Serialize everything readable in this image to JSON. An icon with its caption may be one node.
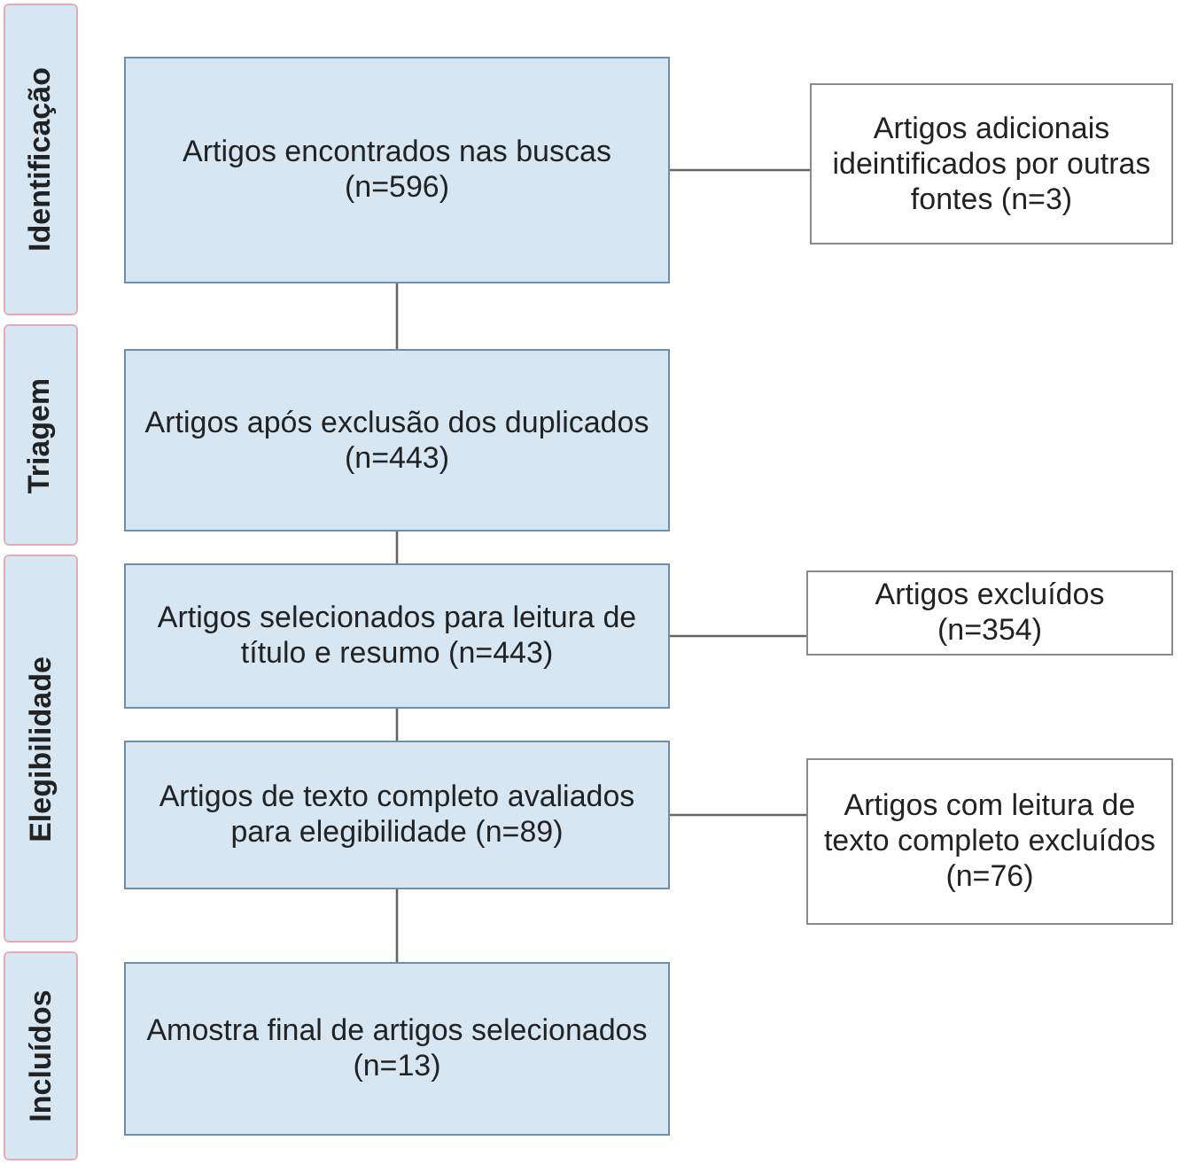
{
  "diagram": {
    "nodes": [
      {
        "text": [
          "Identificação"
        ]
      },
      {
        "text": [
          "Artigos encontrados nas buscas (n=596)"
        ]
      },
      {
        "text": [
          "Artigos adicionais ideintificados por outras fontes (n=3)"
        ]
      },
      {
        "text": [
          "Triagem"
        ]
      },
      {
        "text": [
          "Artigos após exclusão dos duplicados (n=443)"
        ]
      },
      {
        "text": [
          "Elegibilidade"
        ]
      },
      {
        "text": [
          "Artigos selecionados para leitura de título e resumo (n=443)"
        ]
      },
      {
        "text": [
          "Artigos excluídos (n=354)"
        ]
      },
      {
        "text": [
          "Artigos de texto completo avaliados para elegibilidade (n=89)"
        ]
      },
      {
        "text": [
          "Artigos com leitura de texto completo excluídos (n=76)"
        ]
      },
      {
        "text": [
          "Incluídos"
        ]
      },
      {
        "text": [
          "Amostra final de artigos selecionados (n=13)"
        ]
      }
    ],
    "edges": [
      {
        "from": 1,
        "to": 2,
        "arrow": "none"
      },
      {
        "from": 1,
        "to": 4,
        "arrow": "none"
      },
      {
        "from": 4,
        "to": 6,
        "arrow": "none"
      },
      {
        "from": 6,
        "to": 7,
        "arrow": "none"
      },
      {
        "from": 6,
        "to": 8,
        "arrow": "none"
      },
      {
        "from": 8,
        "to": 9,
        "arrow": "none"
      },
      {
        "from": 8,
        "to": 11,
        "arrow": "none"
      }
    ]
  }
}
